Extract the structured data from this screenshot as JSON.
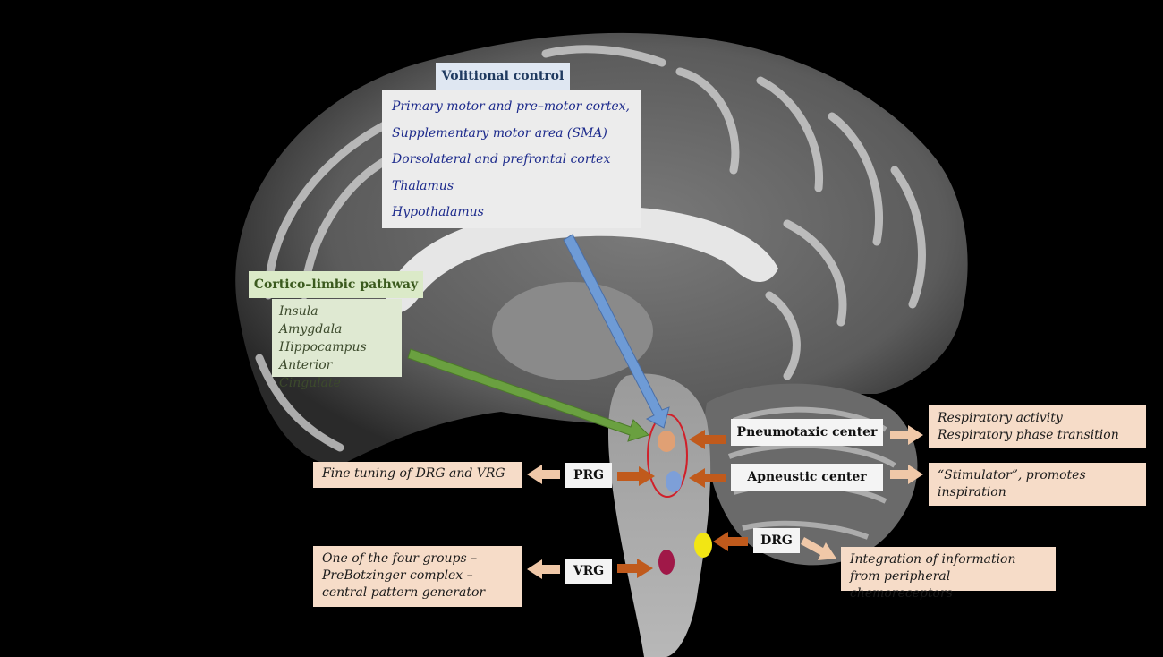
{
  "volitional": {
    "title": "Volitional control",
    "items": [
      "Primary motor and pre–motor cortex,",
      "Supplementary motor area (SMA)",
      "Dorsolateral and prefrontal cortex",
      "Thalamus",
      "Hypothalamus"
    ]
  },
  "limbic": {
    "title": "Cortico–limbic pathway",
    "items": [
      "Insula",
      "Amygdala",
      "Hippocampus",
      "Anterior Cingulate"
    ]
  },
  "centers": {
    "pneumotaxic": "Pneumotaxic center",
    "apneustic": "Apneustic center",
    "prg": "PRG",
    "drg": "DRG",
    "vrg": "VRG"
  },
  "functions": {
    "pneumotaxic": [
      "Respiratory activity",
      "Respiratory phase transition"
    ],
    "apneustic": [
      "“Stimulator”, promotes",
      "inspiration"
    ],
    "prg": [
      "Fine tuning of DRG and VRG"
    ],
    "drg": [
      "Integration of information",
      "from peripheral chemoreceptors"
    ],
    "vrg": [
      "One of the four groups –",
      "PreBotzinger complex –",
      "central pattern generator"
    ]
  },
  "colors": {
    "volitional_arrow": "#6e9bd6",
    "limbic_arrow": "#6aa040",
    "center_arrow": "#c05a1c",
    "function_arrow": "#f0c8a8",
    "pneumotaxic_dot": "#e0a074",
    "apneustic_dot": "#7d9fd8",
    "drg_dot": "#f2e614",
    "vrg_dot": "#a01848",
    "pons_outline": "#d0202a"
  }
}
